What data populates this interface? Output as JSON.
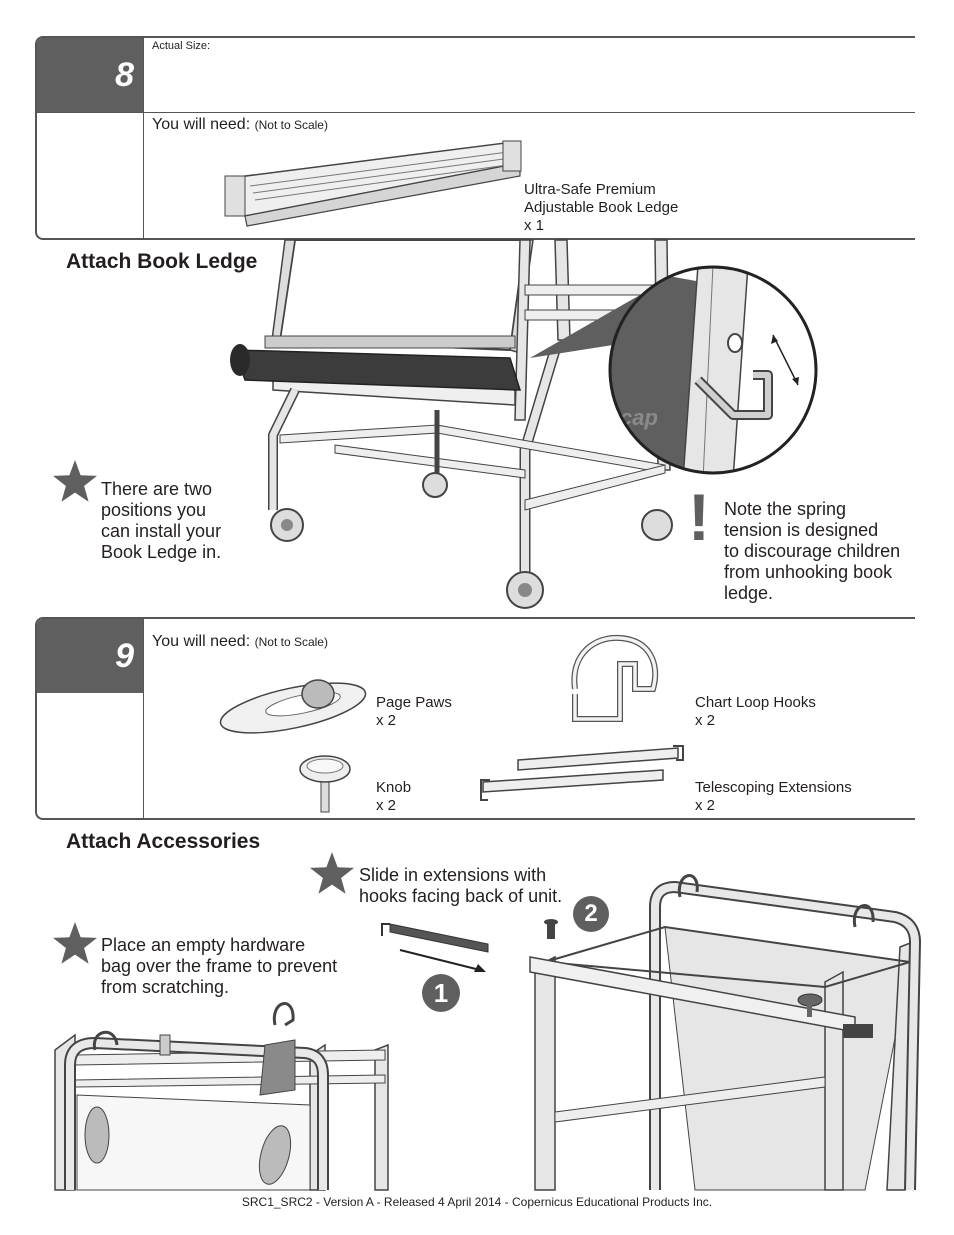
{
  "step8": {
    "number": "8",
    "actual_size": "Actual Size:",
    "you_will_need": "You will need:",
    "not_to_scale": "(Not to Scale)",
    "part": {
      "name_line1": "Ultra-Safe Premium",
      "name_line2": "Adjustable Book Ledge",
      "qty": "x 1"
    }
  },
  "section1": {
    "heading": "Attach Book Ledge",
    "star_note": [
      "There are two",
      "positions you",
      "can install your",
      "Book Ledge in."
    ],
    "warning_mark": "!",
    "warning_note": [
      "Note the spring",
      "tension is designed",
      "to discourage children",
      "from unhooking book",
      "ledge."
    ],
    "brand_text": "cap"
  },
  "step9": {
    "number": "9",
    "you_will_need": "You will need:",
    "not_to_scale": "(Not to Scale)",
    "parts": [
      {
        "name": "Page Paws",
        "qty": "x 2"
      },
      {
        "name": "Chart Loop Hooks",
        "qty": "x 2"
      },
      {
        "name": "Knob",
        "qty": "x 2"
      },
      {
        "name": "Telescoping Extensions",
        "qty": "x 2"
      }
    ]
  },
  "section2": {
    "heading": "Attach Accessories",
    "note_slide": [
      "Slide in extensions with",
      "hooks facing back of unit."
    ],
    "note_bag": [
      "Place an empty hardware",
      "bag over the frame to prevent",
      "from scratching."
    ],
    "callout_1": "1",
    "callout_2": "2"
  },
  "footer": "SRC1_SRC2 - Version A - Released 4 April 2014 - Copernicus Educational Products Inc.",
  "colors": {
    "header_gray": "#5f5f5f",
    "frame_stroke": "#444444",
    "frame_fill": "#e6e6e6",
    "ledge_dark": "#3c3c3c"
  }
}
